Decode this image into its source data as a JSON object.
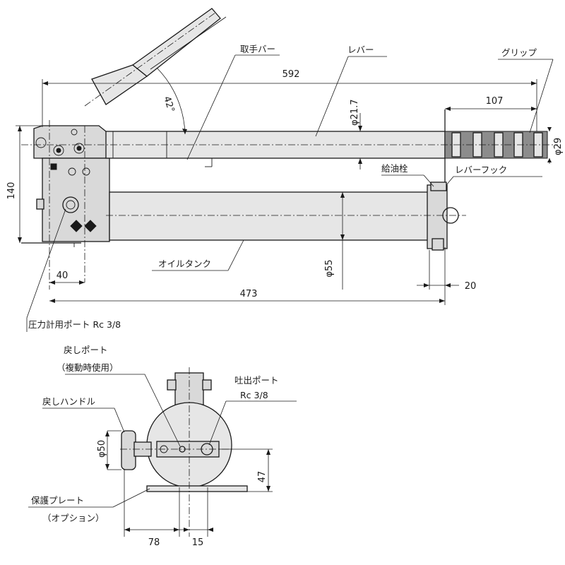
{
  "labels": {
    "handle_bar": "取手バー",
    "lever": "レバー",
    "grip": "グリップ",
    "oil_fill_plug": "給油栓",
    "lever_hook": "レバーフック",
    "oil_tank": "オイルタンク",
    "gauge_port": "圧力計用ポート Rc 3/8",
    "return_port": "戻しポート",
    "return_port_note": "（複動時使用）",
    "discharge_port": "吐出ポート",
    "discharge_port_size": "Rc 3/8",
    "return_handle": "戻しハンドル",
    "protect_plate": "保護プレート",
    "protect_plate_note": "（オプション）"
  },
  "dimensions": {
    "overall_length": "592",
    "grip_length": "107",
    "lever_dia": "φ21.7",
    "grip_dia": "φ29",
    "lever_angle": "42°",
    "height": "140",
    "tank_dia": "φ55",
    "port_offset": "40",
    "tank_length": "473",
    "hook_offset": "20",
    "handle_dia": "φ50",
    "port_height": "47",
    "side_width": "78",
    "side_offset": "15"
  }
}
